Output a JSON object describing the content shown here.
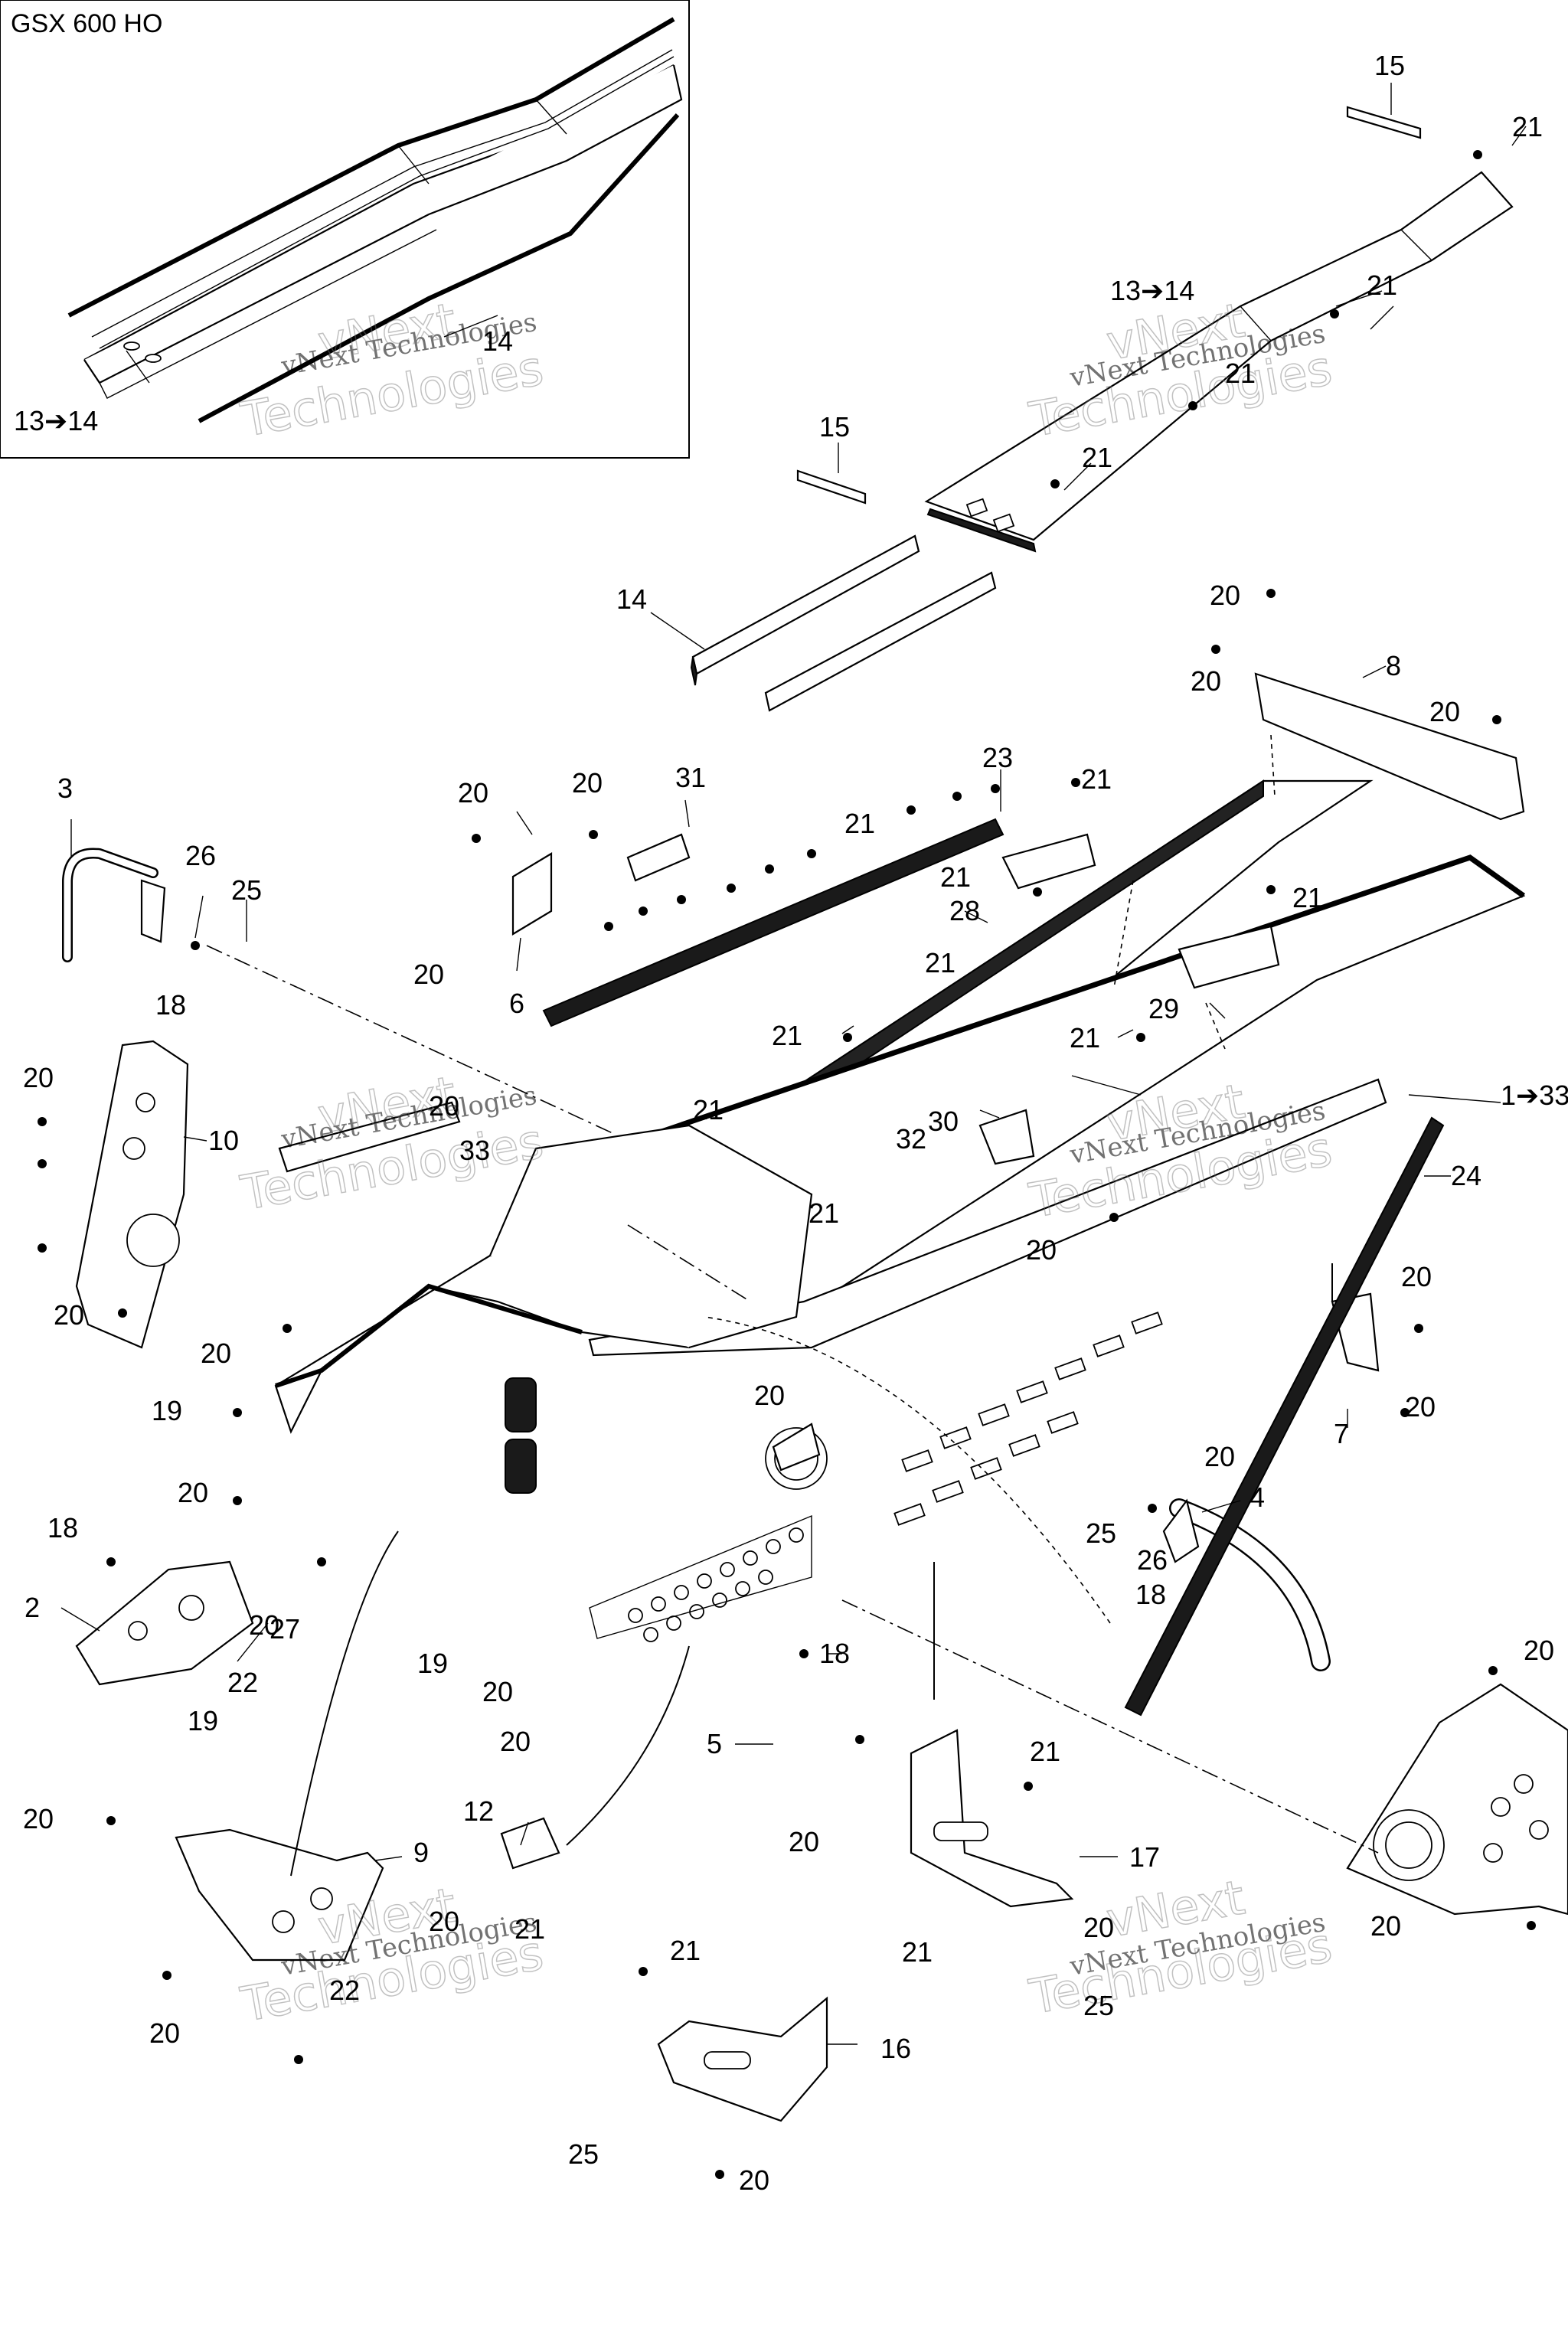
{
  "inset": {
    "title": "GSX 600 HO"
  },
  "watermark": {
    "line1": "vNext Technologies",
    "big1": "vNext",
    "big2": "Technologies"
  },
  "callouts": [
    {
      "id": "c-inset-14",
      "text": "14"
    },
    {
      "id": "c-inset-13-14",
      "text": "13➔14"
    },
    {
      "id": "c-15-top",
      "text": "15"
    },
    {
      "id": "c-21-a",
      "text": "21"
    },
    {
      "id": "c-13-14",
      "text": "13➔14"
    },
    {
      "id": "c-21-b",
      "text": "21"
    },
    {
      "id": "c-21-c",
      "text": "21"
    },
    {
      "id": "c-15-mid",
      "text": "15"
    },
    {
      "id": "c-21-d",
      "text": "21"
    },
    {
      "id": "c-14",
      "text": "14"
    },
    {
      "id": "c-20-a",
      "text": "20"
    },
    {
      "id": "c-20-b",
      "text": "20"
    },
    {
      "id": "c-8",
      "text": "8"
    },
    {
      "id": "c-20-c",
      "text": "20"
    },
    {
      "id": "c-3",
      "text": "3"
    },
    {
      "id": "c-20-d",
      "text": "20"
    },
    {
      "id": "c-20-e",
      "text": "20"
    },
    {
      "id": "c-31",
      "text": "31"
    },
    {
      "id": "c-23",
      "text": "23"
    },
    {
      "id": "c-21-e",
      "text": "21"
    },
    {
      "id": "c-21-f",
      "text": "21"
    },
    {
      "id": "c-26-a",
      "text": "26"
    },
    {
      "id": "c-25-a",
      "text": "25"
    },
    {
      "id": "c-21-g",
      "text": "21"
    },
    {
      "id": "c-28",
      "text": "28"
    },
    {
      "id": "c-21-h",
      "text": "21"
    },
    {
      "id": "c-20-f",
      "text": "20"
    },
    {
      "id": "c-6",
      "text": "6"
    },
    {
      "id": "c-18-a",
      "text": "18"
    },
    {
      "id": "c-21-i",
      "text": "21"
    },
    {
      "id": "c-29",
      "text": "29"
    },
    {
      "id": "c-21-j",
      "text": "21"
    },
    {
      "id": "c-21-k",
      "text": "21"
    },
    {
      "id": "c-20-g",
      "text": "20"
    },
    {
      "id": "c-10",
      "text": "10"
    },
    {
      "id": "c-20-h",
      "text": "20"
    },
    {
      "id": "c-33",
      "text": "33"
    },
    {
      "id": "c-21-l",
      "text": "21"
    },
    {
      "id": "c-30",
      "text": "30"
    },
    {
      "id": "c-1-33",
      "text": "1➔33"
    },
    {
      "id": "c-32",
      "text": "32"
    },
    {
      "id": "c-24",
      "text": "24"
    },
    {
      "id": "c-21-m",
      "text": "21"
    },
    {
      "id": "c-20-i",
      "text": "20"
    },
    {
      "id": "c-20-j",
      "text": "20"
    },
    {
      "id": "c-20-k",
      "text": "20"
    },
    {
      "id": "c-20-l",
      "text": "20"
    },
    {
      "id": "c-20-m",
      "text": "20"
    },
    {
      "id": "c-19-a",
      "text": "19"
    },
    {
      "id": "c-7",
      "text": "7"
    },
    {
      "id": "c-20-n",
      "text": "20"
    },
    {
      "id": "c-20-o",
      "text": "20"
    },
    {
      "id": "c-26-b",
      "text": "26"
    },
    {
      "id": "c-18-b",
      "text": "18"
    },
    {
      "id": "c-4",
      "text": "4"
    },
    {
      "id": "c-25-b",
      "text": "25"
    },
    {
      "id": "c-20-p",
      "text": "20"
    },
    {
      "id": "c-18-c",
      "text": "18"
    },
    {
      "id": "c-2",
      "text": "2"
    },
    {
      "id": "c-27",
      "text": "27"
    },
    {
      "id": "c-22-a",
      "text": "22"
    },
    {
      "id": "c-19-b",
      "text": "19"
    },
    {
      "id": "c-19-c",
      "text": "19"
    },
    {
      "id": "c-20-q",
      "text": "20"
    },
    {
      "id": "c-18-d",
      "text": "18"
    },
    {
      "id": "c-20-r",
      "text": "20"
    },
    {
      "id": "c-20-s",
      "text": "20"
    },
    {
      "id": "c-5",
      "text": "5"
    },
    {
      "id": "c-21-n",
      "text": "21"
    },
    {
      "id": "c-20-t",
      "text": "20"
    },
    {
      "id": "c-20-u",
      "text": "20"
    },
    {
      "id": "c-12",
      "text": "12"
    },
    {
      "id": "c-17",
      "text": "17"
    },
    {
      "id": "c-9",
      "text": "9"
    },
    {
      "id": "c-20-v",
      "text": "20"
    },
    {
      "id": "c-21-o",
      "text": "21"
    },
    {
      "id": "c-21-p",
      "text": "21"
    },
    {
      "id": "c-20-w",
      "text": "20"
    },
    {
      "id": "c-20-x",
      "text": "20"
    },
    {
      "id": "c-22-b",
      "text": "22"
    },
    {
      "id": "c-25-c",
      "text": "25"
    },
    {
      "id": "c-21-q",
      "text": "21"
    },
    {
      "id": "c-20-y",
      "text": "20"
    },
    {
      "id": "c-20-z",
      "text": "20"
    },
    {
      "id": "c-16",
      "text": "16"
    },
    {
      "id": "c-25-d",
      "text": "25"
    },
    {
      "id": "c-20-aa",
      "text": "20"
    }
  ]
}
